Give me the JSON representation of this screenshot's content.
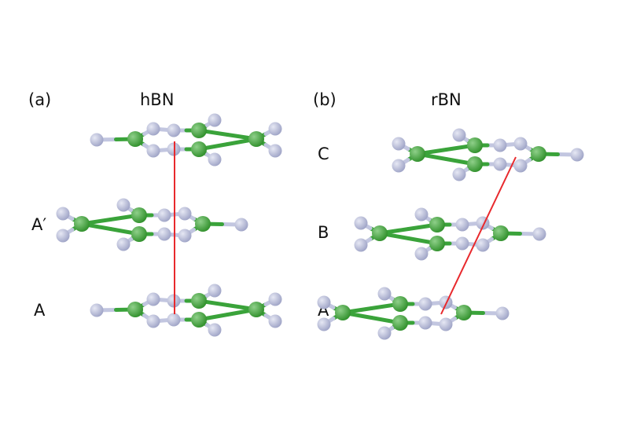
{
  "panels": [
    {
      "id": "a",
      "panel_label": "(a)",
      "title": "hBN",
      "layers": [
        "",
        "A′",
        "A"
      ],
      "stacking_line_color": "#e8292d"
    },
    {
      "id": "b",
      "panel_label": "(b)",
      "title": "rBN",
      "layers": [
        "C",
        "B",
        "A"
      ],
      "stacking_line_color": "#e8292d"
    }
  ],
  "atom_colors": {
    "boron": "#2f8f2a",
    "boron_highlight": "#8fd08a",
    "nitrogen": "#9ea3c6",
    "nitrogen_highlight": "#e6e8f4",
    "bond_boron_side": "#3aa33a",
    "bond_nitrogen_side": "#c2c6e0"
  },
  "legend_semantics": {
    "green_atom": "boron",
    "lavender_atom": "nitrogen"
  }
}
